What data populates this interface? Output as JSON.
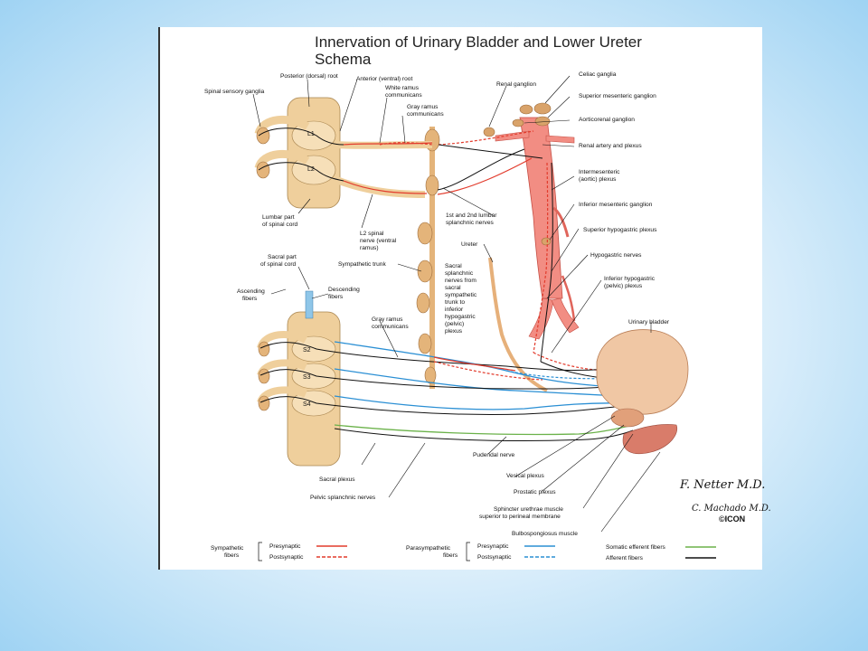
{
  "title_line1": "Innervation of Urinary Bladder and Lower Ureter",
  "title_line2": "Schema",
  "levels": {
    "l1": "L1",
    "l2": "L2",
    "s2": "S2",
    "s3": "S3",
    "s4": "S4"
  },
  "labels": {
    "posterior_root": "Posterior (dorsal) root",
    "anterior_root": "Anterior (ventral) root",
    "white_ramus_1": "White ramus",
    "white_ramus_2": "communicans",
    "gray_ramus_top_1": "Gray ramus",
    "gray_ramus_top_2": "communicans",
    "spinal_sensory": "Spinal sensory ganglia",
    "renal_ganglion": "Renal ganglion",
    "celiac": "Celiac ganglia",
    "superior_mesenteric": "Superior mesenteric ganglion",
    "aorticorenal": "Aorticorenal ganglion",
    "renal_artery": "Renal artery and plexus",
    "intermesenteric_1": "Intermesenteric",
    "intermesenteric_2": "(aortic) plexus",
    "inferior_mesenteric": "Inferior mesenteric ganglion",
    "lumbar_part_1": "Lumbar part",
    "lumbar_part_2": "of spinal cord",
    "l2_nerve_1": "L2 spinal",
    "l2_nerve_2": "nerve (ventral",
    "l2_nerve_3": "ramus)",
    "lumbar_splanchnic_1": "1st and 2nd lumbar",
    "lumbar_splanchnic_2": "splanchnic nerves",
    "superior_hypogastric": "Superior hypogastric plexus",
    "ureter": "Ureter",
    "hypogastric_nerves": "Hypogastric nerves",
    "sacral_part_1": "Sacral part",
    "sacral_part_2": "of spinal cord",
    "sympathetic_trunk": "Sympathetic trunk",
    "sacral_splanchnic": [
      "Sacral",
      "splanchnic",
      "nerves from",
      "sacral",
      "sympathetic",
      "trunk to",
      "inferior",
      "hypogastric",
      "(pelvic)",
      "plexus"
    ],
    "inferior_hypogastric_1": "Inferior hypogastric",
    "inferior_hypogastric_2": "(pelvic) plexus",
    "ascending_1": "Ascending",
    "ascending_2": "fibers",
    "descending_1": "Descending",
    "descending_2": "fibers",
    "gray_ramus_bottom_1": "Gray ramus",
    "gray_ramus_bottom_2": "communicans",
    "urinary_bladder": "Urinary bladder",
    "pudendal": "Pudendal nerve",
    "vesical": "Vesical plexus",
    "sacral_plexus": "Sacral plexus",
    "prostatic": "Prostatic plexus",
    "pelvic_splanchnic": "Pelvic splanchnic nerves",
    "sphincter_1": "Sphincter urethrae muscle",
    "sphincter_2": "superior to perineal membrane",
    "bulbospongiosus": "Bulbospongiosus muscle"
  },
  "legend": {
    "sympathetic_1": "Sympathetic",
    "sympathetic_2": "fibers",
    "parasympathetic_1": "Parasympathetic",
    "parasympathetic_2": "fibers",
    "presynaptic": "Presynaptic",
    "postsynaptic": "Postsynaptic",
    "somatic": "Somatic efferent fibers",
    "afferent": "Afferent fibers"
  },
  "signature": {
    "netter": "F. Netter M.D.",
    "machado": "C. Machado M.D.",
    "icon": "©ICON"
  },
  "colors": {
    "sympathetic": "#e23b2c",
    "parasympathetic": "#2a8fd4",
    "somatic": "#6bb24a",
    "afferent": "#111111",
    "cord": "#efcf9c",
    "aorta": "#ef7a72"
  }
}
